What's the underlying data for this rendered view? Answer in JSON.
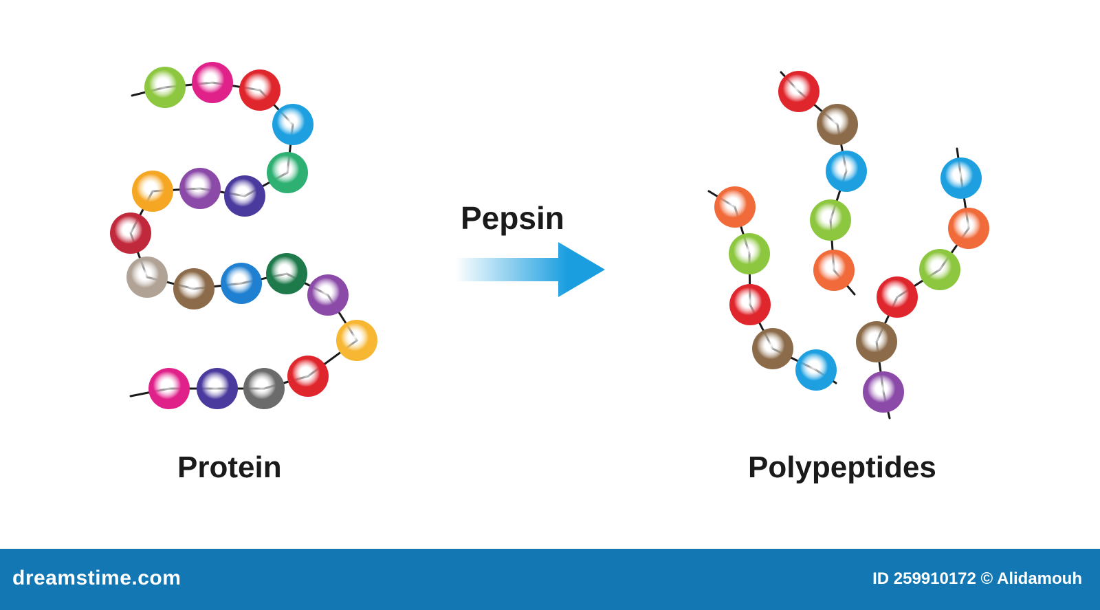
{
  "labels": {
    "enzyme": "Pepsin",
    "input": "Protein",
    "output": "Polypeptides"
  },
  "footer": {
    "brand": "dreamstime.com",
    "credit": "ID 259910172 © Alidamouh"
  },
  "colors": {
    "footer_bg": "#1277b3",
    "arrow": "#1a9ee0",
    "bond": "#1a1a1a",
    "bead_lime": "#8dc63f",
    "bead_magenta": "#e0218a",
    "bead_red": "#e0262d",
    "bead_cyan": "#1ea0e0",
    "bead_green": "#2eb073",
    "bead_orange": "#f5a623",
    "bead_purple": "#8b4aa8",
    "bead_indigo": "#4a3a9e",
    "bead_crimson": "#c0283b",
    "bead_taupe": "#b0a396",
    "bead_brown": "#8b6b4a",
    "bead_blue": "#1f7fd0",
    "bead_darkgreen": "#1e7a4a",
    "bead_gold": "#f7b733",
    "bead_gray": "#6b6b6b",
    "bead_salmon": "#f06a3a"
  }
}
